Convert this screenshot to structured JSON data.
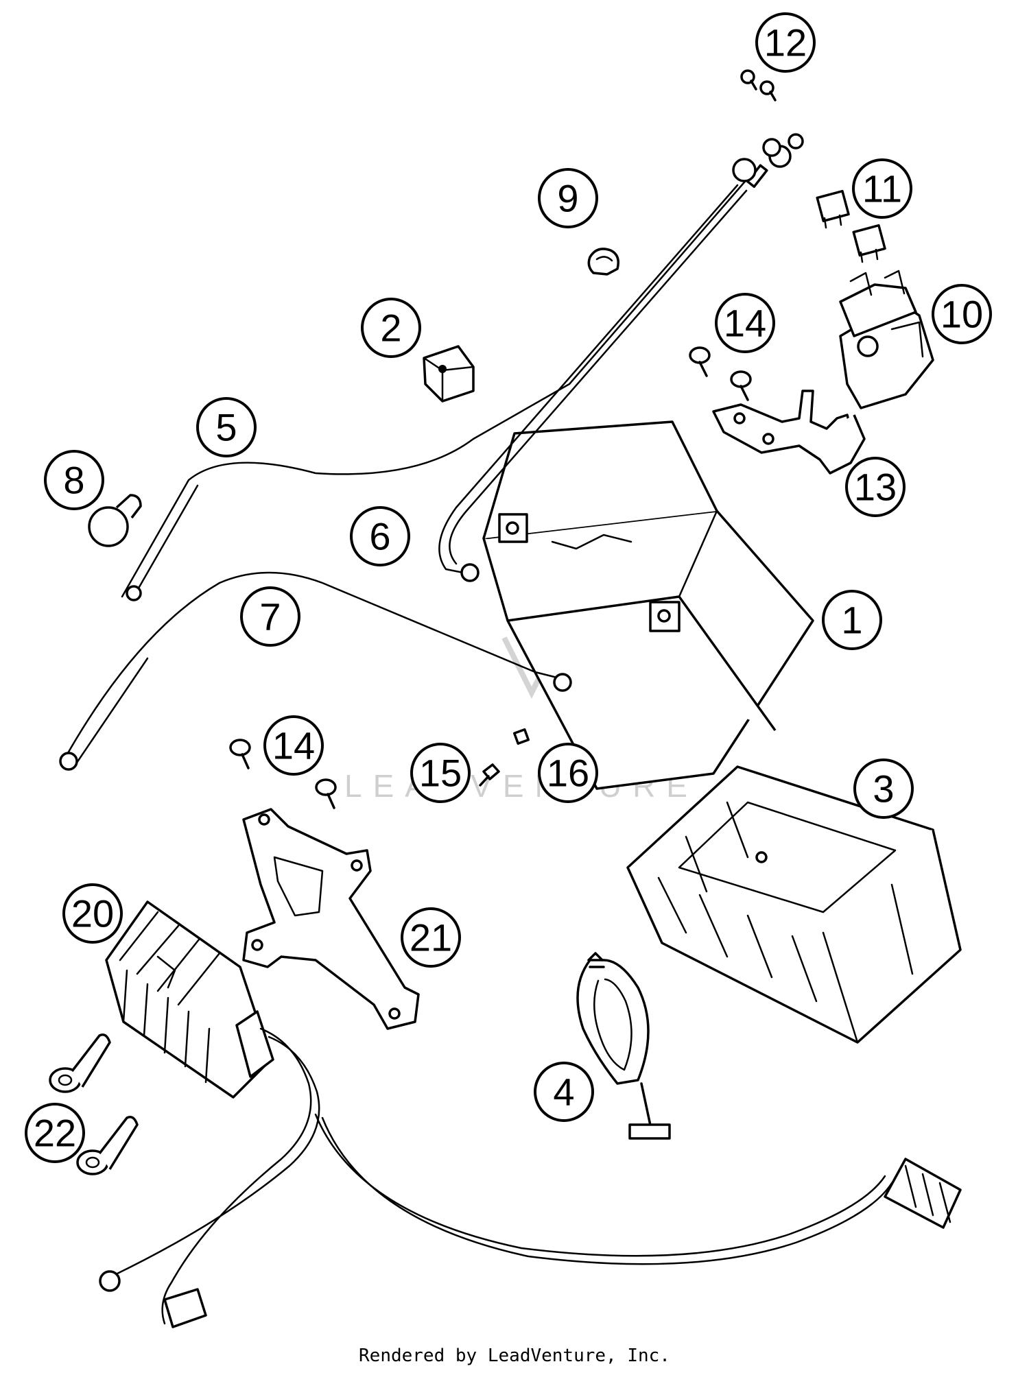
{
  "diagram": {
    "watermark": "LEADVENTURE",
    "credit": "Rendered by LeadVenture, Inc.",
    "callouts": [
      {
        "id": "c1",
        "label": "1"
      },
      {
        "id": "c2",
        "label": "2"
      },
      {
        "id": "c3",
        "label": "3"
      },
      {
        "id": "c4",
        "label": "4"
      },
      {
        "id": "c5",
        "label": "5"
      },
      {
        "id": "c6",
        "label": "6"
      },
      {
        "id": "c7",
        "label": "7"
      },
      {
        "id": "c8",
        "label": "8"
      },
      {
        "id": "c9",
        "label": "9"
      },
      {
        "id": "c10",
        "label": "10"
      },
      {
        "id": "c11",
        "label": "11"
      },
      {
        "id": "c12",
        "label": "12"
      },
      {
        "id": "c13",
        "label": "13"
      },
      {
        "id": "c14a",
        "label": "14"
      },
      {
        "id": "c14b",
        "label": "14"
      },
      {
        "id": "c15",
        "label": "15"
      },
      {
        "id": "c16",
        "label": "16"
      },
      {
        "id": "c20",
        "label": "20"
      },
      {
        "id": "c21",
        "label": "21"
      },
      {
        "id": "c22",
        "label": "22"
      }
    ]
  }
}
